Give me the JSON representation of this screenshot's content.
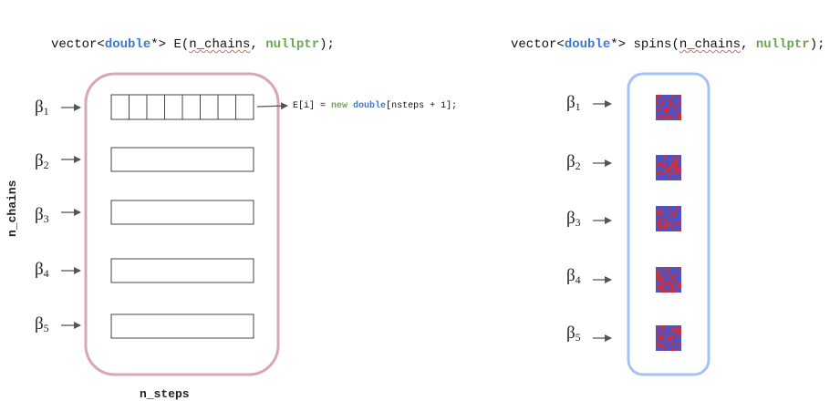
{
  "left_decl": {
    "prefix": "vector<",
    "type": "double",
    "ptr": "*> E(",
    "arg": "n_chains",
    "sep": ", ",
    "null": "nullptr",
    "end": ");"
  },
  "right_decl": {
    "prefix": "vector<",
    "type": "double",
    "ptr": "*> spins(",
    "arg": "n_chains",
    "sep": ", ",
    "null": "nullptr",
    "end": ");"
  },
  "alloc": {
    "prefix": "E[i] = ",
    "new_kw": "new",
    "space": " ",
    "type": "double",
    "rest": "[nsteps + 1];"
  },
  "left_axis_label": "n_chains",
  "bottom_axis_label": "n_steps",
  "betas": [
    {
      "symbol": "β",
      "index": "1"
    },
    {
      "symbol": "β",
      "index": "2"
    },
    {
      "symbol": "β",
      "index": "3"
    },
    {
      "symbol": "β",
      "index": "4"
    },
    {
      "symbol": "β",
      "index": "5"
    }
  ],
  "first_row_cells": 8,
  "colors": {
    "left_container": "#d5a6bd",
    "right_container": "#a4c2f4",
    "spin_blue": "#4a54c8",
    "spin_red": "#d0303a",
    "arrow": "#555555"
  }
}
